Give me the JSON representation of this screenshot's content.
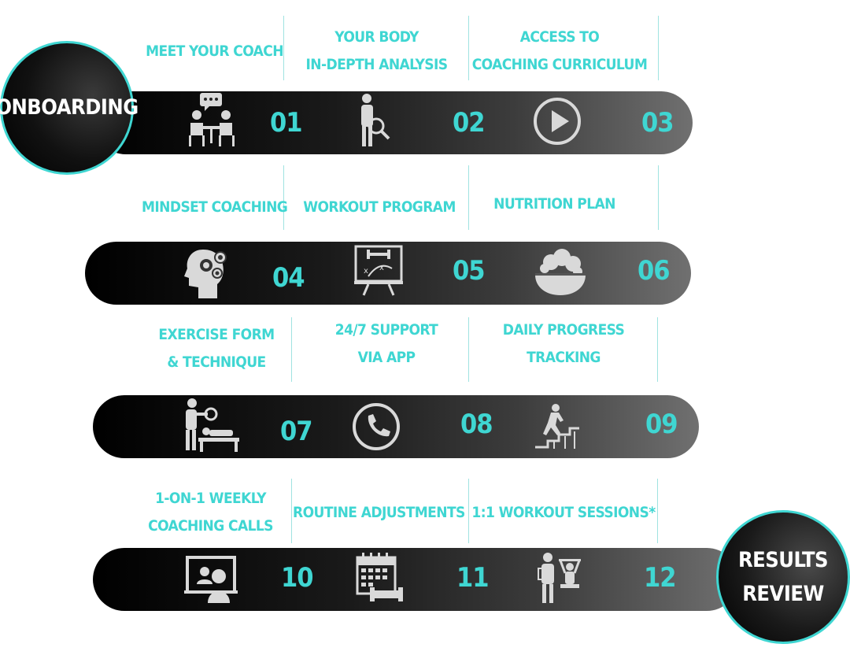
{
  "start_circle": {
    "label": "ONBOARDING"
  },
  "end_circle": {
    "line1": "RESULTS",
    "line2": "REVIEW"
  },
  "steps": [
    {
      "number": "01",
      "line1": "MEET YOUR COACH",
      "line2": "",
      "icon": "coach-meeting-icon"
    },
    {
      "number": "02",
      "line1": "YOUR BODY",
      "line2": "IN-DEPTH ANALYSIS",
      "icon": "body-analysis-icon"
    },
    {
      "number": "03",
      "line1": "ACCESS TO",
      "line2": "COACHING CURRICULUM",
      "icon": "play-icon"
    },
    {
      "number": "04",
      "line1": "MINDSET COACHING",
      "line2": "",
      "icon": "mindset-gears-icon"
    },
    {
      "number": "05",
      "line1": "WORKOUT PROGRAM",
      "line2": "",
      "icon": "workout-plan-board-icon"
    },
    {
      "number": "06",
      "line1": "NUTRITION PLAN",
      "line2": "",
      "icon": "salad-bowl-icon"
    },
    {
      "number": "07",
      "line1": "EXERCISE FORM",
      "line2": "& TECHNIQUE",
      "icon": "trainer-bench-press-icon"
    },
    {
      "number": "08",
      "line1": "24/7 SUPPORT",
      "line2": "VIA APP",
      "icon": "phone-icon"
    },
    {
      "number": "09",
      "line1": "DAILY PROGRESS",
      "line2": "TRACKING",
      "icon": "progress-stairs-icon"
    },
    {
      "number": "10",
      "line1": "1-ON-1 WEEKLY",
      "line2": "COACHING CALLS",
      "icon": "video-call-icon"
    },
    {
      "number": "11",
      "line1": "ROUTINE ADJUSTMENTS",
      "line2": "",
      "icon": "calendar-icon"
    },
    {
      "number": "12",
      "line1": "1:1 WORKOUT SESSIONS*",
      "line2": "",
      "icon": "personal-training-icon"
    }
  ],
  "colors": {
    "accent": "#3fd6d2",
    "band_dark": "#000000",
    "band_light": "#707070",
    "icon": "#d9d9d9"
  }
}
